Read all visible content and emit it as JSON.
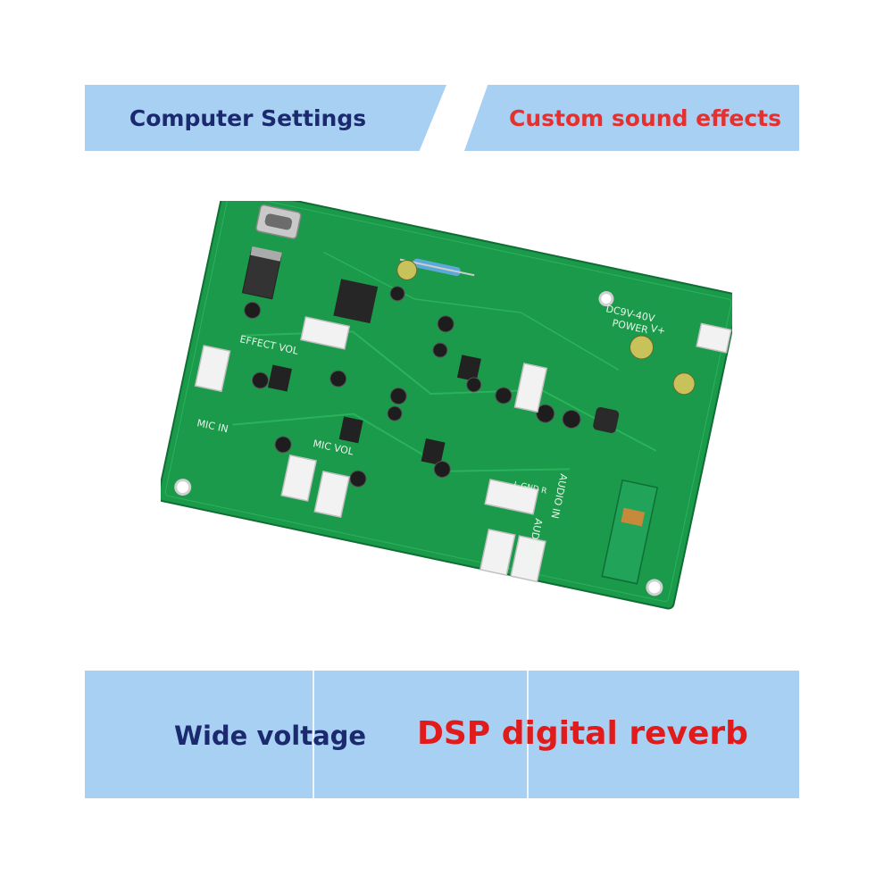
{
  "top_banners": {
    "left_label": "Computer Settings",
    "right_label": "Custom sound effects"
  },
  "bottom_banner": {
    "left_label": "Wide voltage",
    "right_label": "DSP digital reverb"
  },
  "board": {
    "power_label": "DC9V-40V",
    "power_sub": "POWER",
    "vplus": "V+",
    "effect_label": "EFFECT VOL",
    "mic_in_label": "MIC IN",
    "mic_vol_label": "MIC VOL",
    "audio_in_label": "AUDIO IN",
    "audio_vol_label": "AUDIO VOL",
    "gnd_label": "L GND R"
  }
}
